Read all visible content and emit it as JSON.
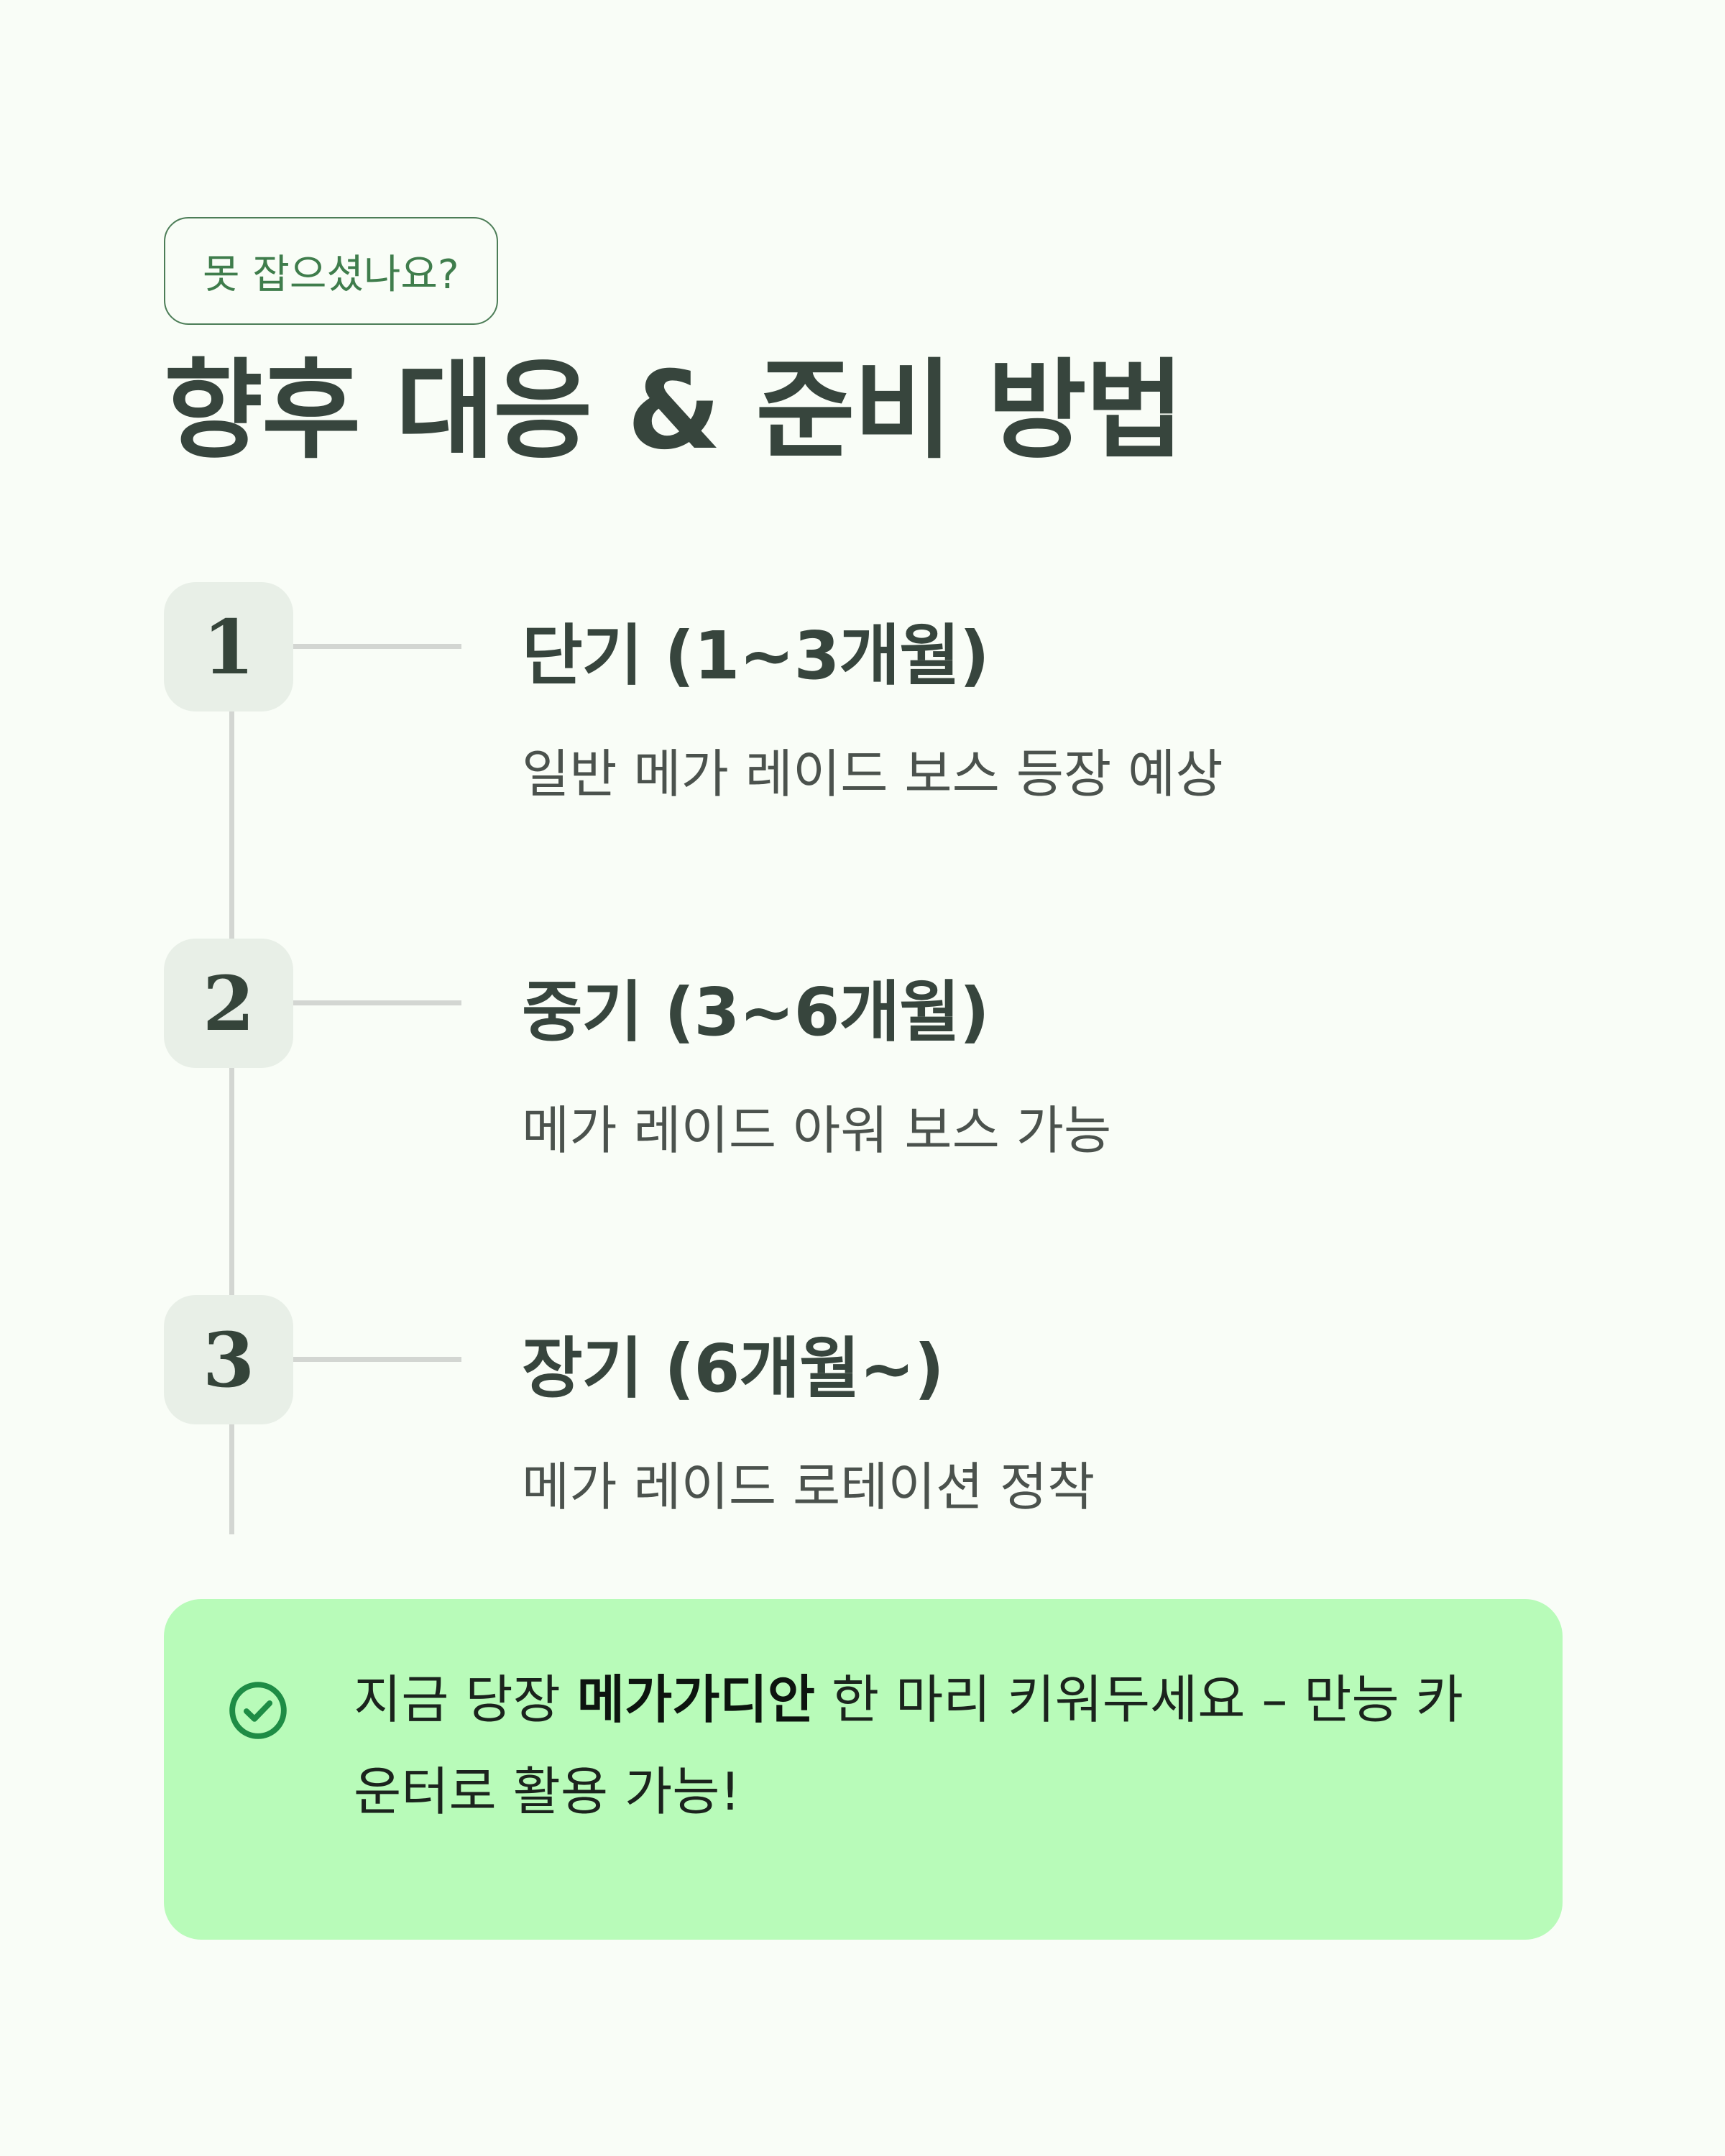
{
  "badge": {
    "label": "못 잡으셨나요?"
  },
  "page_title": "향후 대응 & 준비 방법",
  "steps": [
    {
      "number": "1",
      "title": "단기 (1~3개월)",
      "description": "일반 메가 레이드 보스 등장 예상"
    },
    {
      "number": "2",
      "title": "중기 (3~6개월)",
      "description": "메가 레이드 아워 보스 가능"
    },
    {
      "number": "3",
      "title": "장기 (6개월~)",
      "description": "메가 레이드 로테이션 정착"
    }
  ],
  "tip": {
    "icon": "check-circle-icon",
    "text_before": "지금 당장 ",
    "text_bold": "메가가디안",
    "text_after": " 한 마리 키워두세요 – 만능 카운터로 활용 가능!"
  },
  "colors": {
    "background": "#f9fdf7",
    "accent_green": "#3f7d4c",
    "title": "#37453d",
    "tip_background": "#b8fbb9",
    "check_icon": "#1e8c45"
  }
}
